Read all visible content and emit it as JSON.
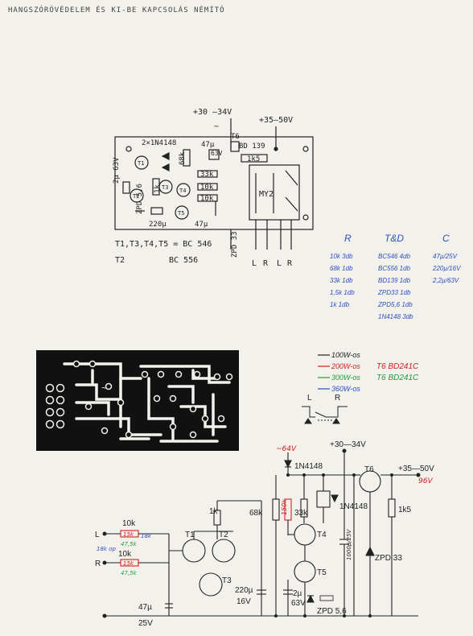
{
  "title": "HANGSZÓRÓVÉDELEM ÉS KI-BE KAPCSOLÁS NÉMÍTÓ",
  "board_layout": {
    "supply_top": "+30 —34V",
    "supply_right": "+35—50V",
    "tilde": "~",
    "labels": {
      "t6": "T6",
      "bd139": "BD 139",
      "diodes": "2×1N4148",
      "cap_2u": "2µ 63V",
      "r68k": "68k",
      "c47u_top": "47µ",
      "v63": "63V",
      "r1k5": "1k5",
      "r33k": "33k",
      "r1k": "1k",
      "r10k_a": "10k",
      "r10k_b": "10k",
      "my2": "MY2",
      "zpd56": "ZPD 5,6",
      "zpd33": "ZPD 33",
      "c220u": "220µ",
      "c47u_bot": "47µ",
      "t1": "T1",
      "t2": "T2",
      "t3": "T3",
      "t4": "T4",
      "t5": "T5"
    },
    "io": [
      "L",
      "R",
      "L",
      "R"
    ],
    "transistors_line1": "T1,T3,T4,T5 = BC 546",
    "transistors_line2_ref": "T2",
    "transistors_line2_val": "BC 556"
  },
  "parts_list": {
    "headers": [
      "R",
      "T&D",
      "C"
    ],
    "r_items": [
      "10k 3db",
      "68k 1db",
      "33k 1db",
      "1,5k 1db",
      "1k 1db"
    ],
    "td_items": [
      "BC546 4db",
      "BC556 1db",
      "BD139 1db",
      "ZPD33 1db",
      "ZPD5,6 1db",
      "1N4148 3db"
    ],
    "c_items": [
      "47µ/25V",
      "220µ/16V",
      "2,2µ/63V"
    ]
  },
  "legend": {
    "items": [
      {
        "label": "100W-os",
        "color": "#222222"
      },
      {
        "label": "200W-os",
        "color": "#d42020",
        "note": "T6 BD241C"
      },
      {
        "label": "300W-os",
        "color": "#1f9d3a",
        "note": "T6 BD241C"
      },
      {
        "label": "360W-os",
        "color": "#2d4fc4"
      }
    ],
    "relay_symbol_labels": [
      "L",
      "R"
    ]
  },
  "schematic": {
    "supply_red": "~64V",
    "supply_top": "+30—34V",
    "supply_right": "+35—50V",
    "supply_right_red": "96V",
    "labels": {
      "d1": "1N4148",
      "d2": "1N4148",
      "r68k": "68k",
      "r33k": "33k",
      "r_red_vert": "150k",
      "r1k5": "1k5",
      "r1k": "1k",
      "r10k_top": "10k",
      "r10k_bot": "10k",
      "r_red_top": "15k",
      "r_red_bot": "15k",
      "r_green_top": "47,5k",
      "r_green_bot": "47,5k",
      "blue_note": "18k op",
      "blue_note_2": "18k",
      "t1": "T1",
      "t2": "T2",
      "t3": "T3",
      "t4": "T4",
      "t5": "T5",
      "t6": "T6",
      "c220": "220µ",
      "v16": "16V",
      "c2u": "2µ",
      "v63": "63V",
      "c47": "47µ",
      "v25": "25V",
      "zpd56": "ZPD 5,6",
      "zpd33": "ZPD 33",
      "in_l": "L",
      "in_r": "R",
      "cap_vert": "1000µ/25V"
    }
  },
  "colors": {
    "ink": "#222222",
    "red": "#d42020",
    "green": "#1f9d3a",
    "blue": "#2d4fc4"
  }
}
